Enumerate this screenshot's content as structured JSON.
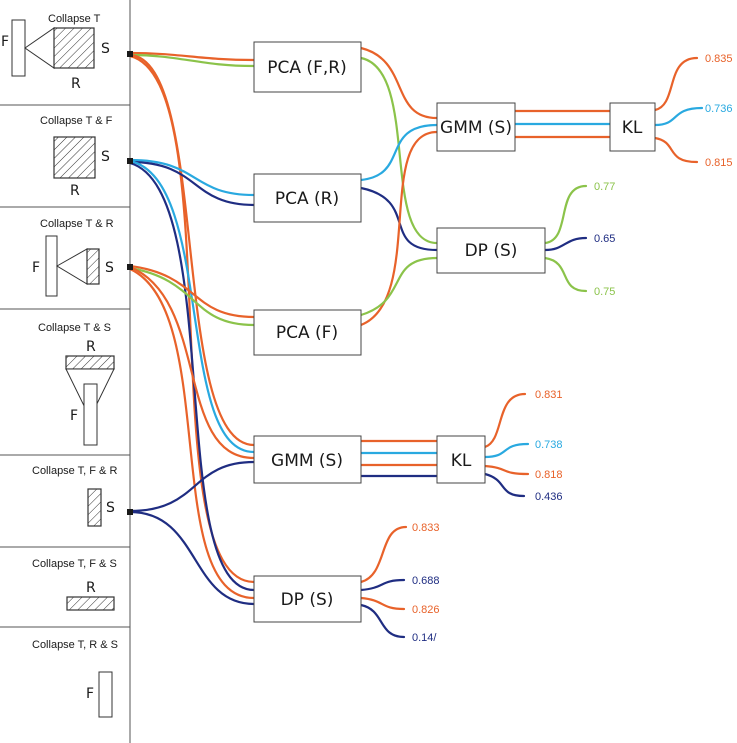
{
  "colors": {
    "orange": "#e8622a",
    "green": "#8bc34a",
    "cyan": "#29a9e0",
    "navy": "#1f2d82"
  },
  "left_panel": {
    "rows": [
      {
        "title": "Collapse T",
        "letters": [
          "F",
          "S",
          "R"
        ]
      },
      {
        "title": "Collapse T & F",
        "letters": [
          "S",
          "R"
        ]
      },
      {
        "title": "Collapse T & R",
        "letters": [
          "F",
          "S"
        ]
      },
      {
        "title": "Collapse T & S",
        "letters": [
          "R",
          "F"
        ]
      },
      {
        "title": "Collapse T, F & R",
        "letters": [
          "S"
        ]
      },
      {
        "title": "Collapse T, F & S",
        "letters": [
          "R"
        ]
      },
      {
        "title": "Collapse T, R & S",
        "letters": [
          "F"
        ]
      }
    ]
  },
  "boxes": {
    "pca_fr": "PCA (F,R)",
    "pca_r": "PCA (R)",
    "pca_f": "PCA (F)",
    "gmm_top": "GMM (S)",
    "kl_top": "KL",
    "dp_top": "DP (S)",
    "gmm_mid": "GMM (S)",
    "kl_mid": "KL",
    "dp_bottom": "DP (S)"
  },
  "scores": {
    "kl_top": [
      "0.835",
      "0.736",
      "0.815"
    ],
    "dp_top": [
      "0.77",
      "0.65",
      "0.75"
    ],
    "kl_mid": [
      "0.831",
      "0.738",
      "0.818",
      "0.436"
    ],
    "dp_bottom": [
      "0.833",
      "0.688",
      "0.826",
      "0.14/"
    ]
  }
}
